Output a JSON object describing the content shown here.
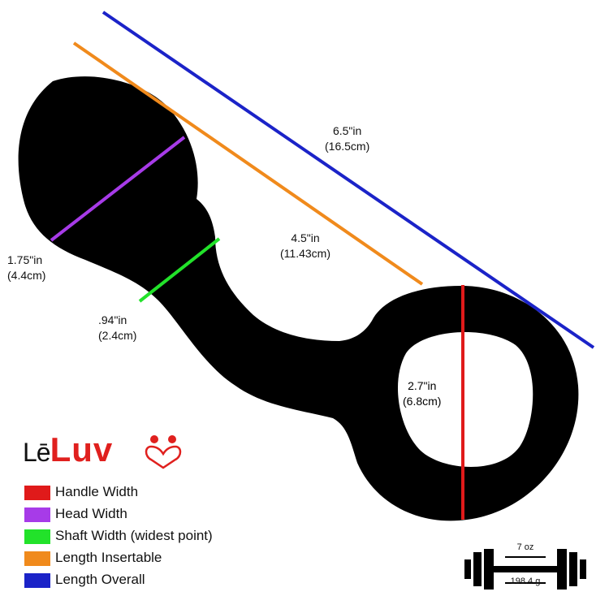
{
  "measurements": [
    {
      "id": "overall",
      "line1": "6.5\"in",
      "line2": "(16.5cm)",
      "color": "#1b23c8"
    },
    {
      "id": "insertable",
      "line1": "4.5\"in",
      "line2": "(11.43cm)",
      "color": "#f08a1c"
    },
    {
      "id": "head",
      "line1": "1.75\"in",
      "line2": "(4.4cm)",
      "color": "#a73be8"
    },
    {
      "id": "shaft",
      "line1": ".94\"in",
      "line2": "(2.4cm)",
      "color": "#22e22a"
    },
    {
      "id": "handle",
      "line1": "2.7\"in",
      "line2": "(6.8cm)",
      "color": "#e01a1a"
    }
  ],
  "brand": {
    "prefix": "Lē",
    "name": "Luv",
    "accent_color": "#e0201e"
  },
  "legend": [
    {
      "label": "Handle Width",
      "color": "#e01a1a"
    },
    {
      "label": "Head Width",
      "color": "#a73be8"
    },
    {
      "label": "Shaft Width (widest point)",
      "color": "#22e22a"
    },
    {
      "label": "Length Insertable",
      "color": "#f08a1c"
    },
    {
      "label": "Length Overall",
      "color": "#1b23c8"
    }
  ],
  "weight": {
    "ounces": "7 oz",
    "grams": "198.4 g",
    "icon": "dumbbell-icon"
  }
}
